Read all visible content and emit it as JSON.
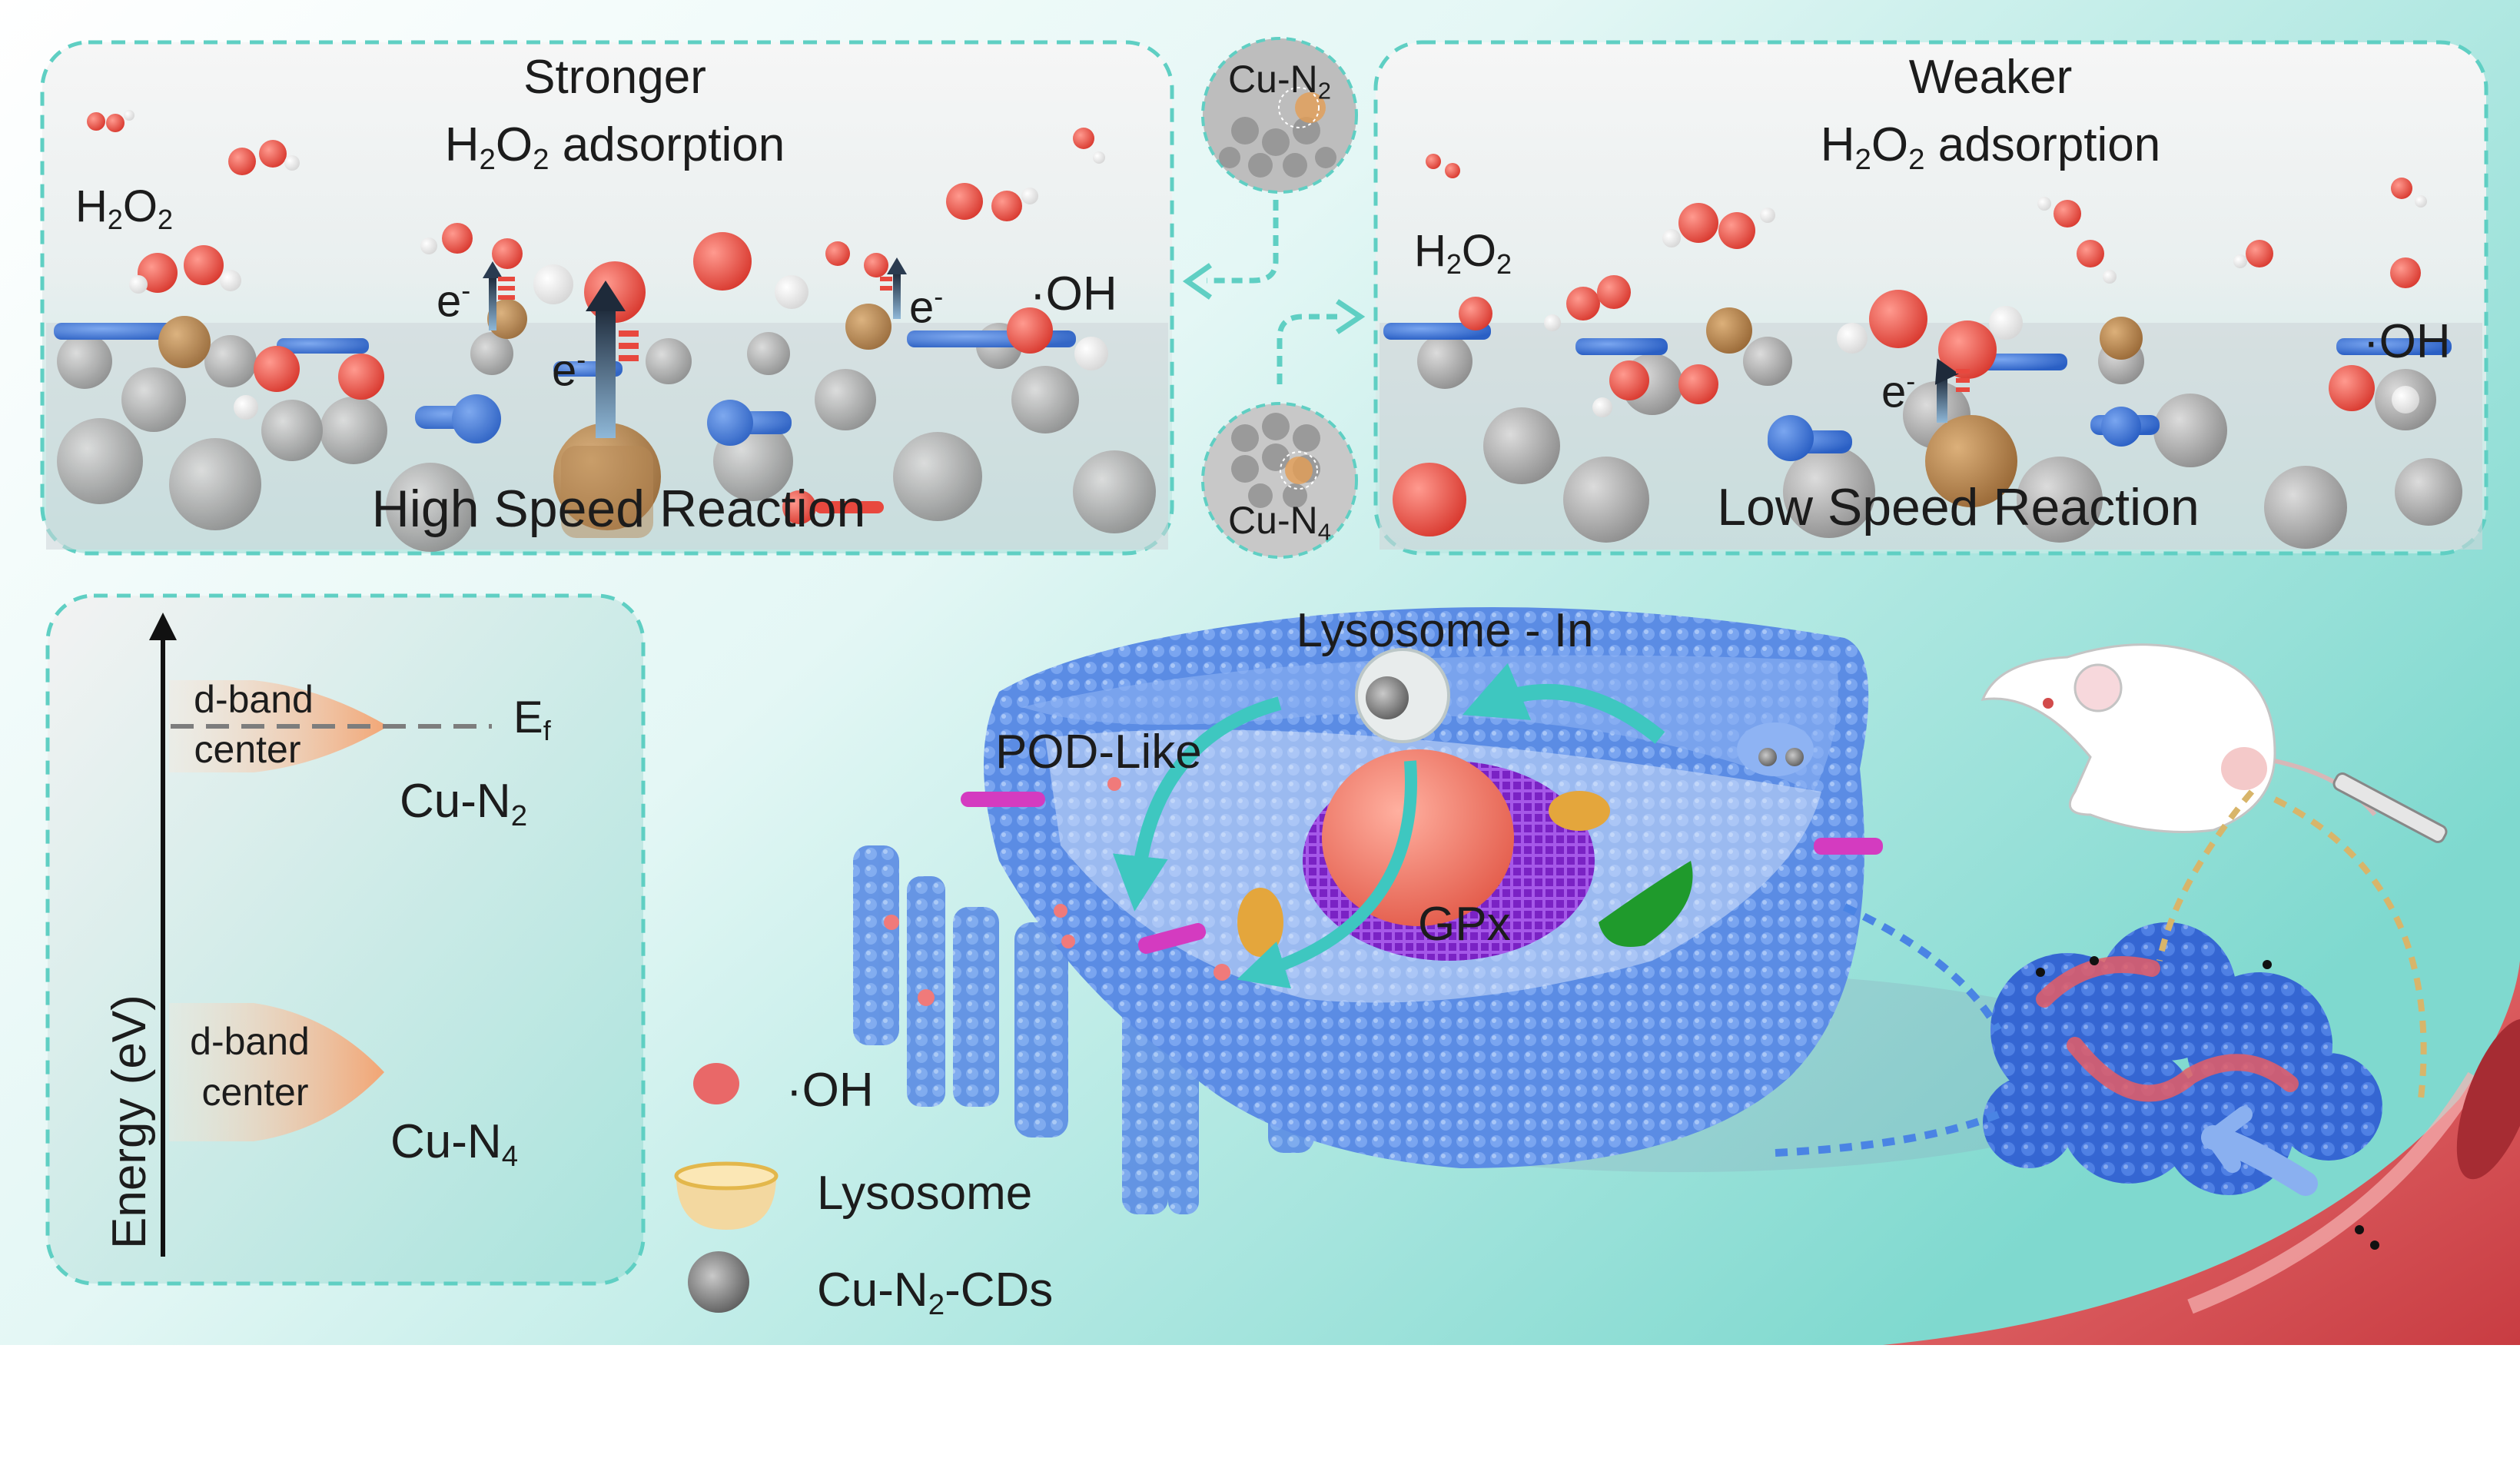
{
  "colors": {
    "teal_dashed": "#5fcfc3",
    "oxygen": "#e8483e",
    "hydrogen": "#ffffff",
    "carbon": "#a9a9a9",
    "nitrogen": "#3a73d6",
    "copper": "#b5834d",
    "cell_membrane": "#5f90e6",
    "nucleus": "#8a2fd0",
    "vessel": "#e3585b",
    "tumor": "#3b6fd8",
    "arrow_teal": "#3ec7c0",
    "dband_orange": "#f2b48c"
  },
  "panel_left": {
    "title_line1": "Stronger",
    "title_line2_pre": "H",
    "title_line2_sub1": "2",
    "title_line2_mid": "O",
    "title_line2_sub2": "2",
    "title_line2_post": " adsorption",
    "h2o2_pre": "H",
    "h2o2_sub1": "2",
    "h2o2_mid": "O",
    "h2o2_sub2": "2",
    "electron_base": "e",
    "electron_sup": "-",
    "oh": "·OH",
    "reaction": "High Speed Reaction"
  },
  "panel_right": {
    "title_line1": "Weaker",
    "title_line2_pre": "H",
    "title_line2_sub1": "2",
    "title_line2_mid": "O",
    "title_line2_sub2": "2",
    "title_line2_post": " adsorption",
    "h2o2_pre": "H",
    "h2o2_sub1": "2",
    "h2o2_mid": "O",
    "h2o2_sub2": "2",
    "electron_base": "e",
    "electron_sup": "-",
    "oh": "·OH",
    "reaction": "Low Speed Reaction"
  },
  "center_circles": {
    "top_base": "Cu-N",
    "top_sub": "2",
    "bottom_base": "Cu-N",
    "bottom_sub": "4"
  },
  "energy_panel": {
    "axis_label": "Energy (eV)",
    "dband_line1": "d-band",
    "dband_line2": "center",
    "ef_base": "E",
    "ef_sub": "f",
    "cun2_base": "Cu-N",
    "cun2_sub": "2",
    "cun4_base": "Cu-N",
    "cun4_sub": "4"
  },
  "cell": {
    "lysosome_in": "Lysosome - In",
    "pod_like": "POD-Like",
    "gpx": "GPx"
  },
  "legend": {
    "oh": "·OH",
    "lysosome": "Lysosome",
    "cds_pre": "Cu-N",
    "cds_sub": "2",
    "cds_post": "-CDs"
  }
}
